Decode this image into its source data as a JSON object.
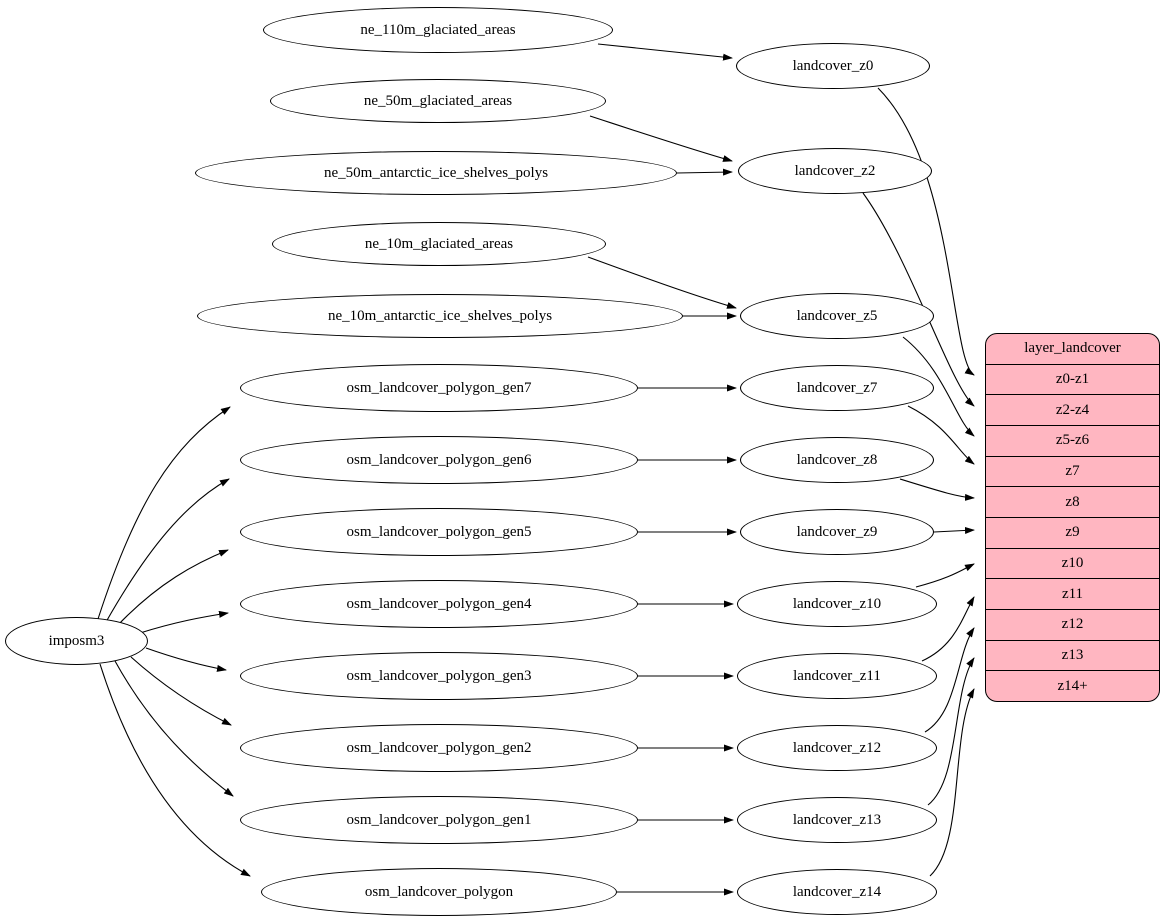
{
  "diagram": {
    "kind": "dependency-graph",
    "background_color": "#ffffff",
    "edge_color": "#000000",
    "node_fill_color": "#ffffff",
    "record_fill_color": "#ffb6c1"
  },
  "nodes": {
    "imposm3": "imposm3",
    "ne_110m_glaciated_areas": "ne_110m_glaciated_areas",
    "ne_50m_glaciated_areas": "ne_50m_glaciated_areas",
    "ne_50m_antarctic_ice_shelves_polys": "ne_50m_antarctic_ice_shelves_polys",
    "ne_10m_glaciated_areas": "ne_10m_glaciated_areas",
    "ne_10m_antarctic_ice_shelves_polys": "ne_10m_antarctic_ice_shelves_polys",
    "osm_landcover_polygon_gen7": "osm_landcover_polygon_gen7",
    "osm_landcover_polygon_gen6": "osm_landcover_polygon_gen6",
    "osm_landcover_polygon_gen5": "osm_landcover_polygon_gen5",
    "osm_landcover_polygon_gen4": "osm_landcover_polygon_gen4",
    "osm_landcover_polygon_gen3": "osm_landcover_polygon_gen3",
    "osm_landcover_polygon_gen2": "osm_landcover_polygon_gen2",
    "osm_landcover_polygon_gen1": "osm_landcover_polygon_gen1",
    "osm_landcover_polygon": "osm_landcover_polygon",
    "landcover_z0": "landcover_z0",
    "landcover_z2": "landcover_z2",
    "landcover_z5": "landcover_z5",
    "landcover_z7": "landcover_z7",
    "landcover_z8": "landcover_z8",
    "landcover_z9": "landcover_z9",
    "landcover_z10": "landcover_z10",
    "landcover_z11": "landcover_z11",
    "landcover_z12": "landcover_z12",
    "landcover_z13": "landcover_z13",
    "landcover_z14": "landcover_z14"
  },
  "table": {
    "title": "layer_landcover",
    "rows": [
      "z0-z1",
      "z2-z4",
      "z5-z6",
      "z7",
      "z8",
      "z9",
      "z10",
      "z11",
      "z12",
      "z13",
      "z14+"
    ]
  },
  "edges": [
    [
      "ne_110m_glaciated_areas",
      "landcover_z0"
    ],
    [
      "ne_50m_glaciated_areas",
      "landcover_z2"
    ],
    [
      "ne_50m_antarctic_ice_shelves_polys",
      "landcover_z2"
    ],
    [
      "ne_10m_glaciated_areas",
      "landcover_z5"
    ],
    [
      "ne_10m_antarctic_ice_shelves_polys",
      "landcover_z5"
    ],
    [
      "imposm3",
      "osm_landcover_polygon_gen7"
    ],
    [
      "imposm3",
      "osm_landcover_polygon_gen6"
    ],
    [
      "imposm3",
      "osm_landcover_polygon_gen5"
    ],
    [
      "imposm3",
      "osm_landcover_polygon_gen4"
    ],
    [
      "imposm3",
      "osm_landcover_polygon_gen3"
    ],
    [
      "imposm3",
      "osm_landcover_polygon_gen2"
    ],
    [
      "imposm3",
      "osm_landcover_polygon_gen1"
    ],
    [
      "imposm3",
      "osm_landcover_polygon"
    ],
    [
      "osm_landcover_polygon_gen7",
      "landcover_z7"
    ],
    [
      "osm_landcover_polygon_gen6",
      "landcover_z8"
    ],
    [
      "osm_landcover_polygon_gen5",
      "landcover_z9"
    ],
    [
      "osm_landcover_polygon_gen4",
      "landcover_z10"
    ],
    [
      "osm_landcover_polygon_gen3",
      "landcover_z11"
    ],
    [
      "osm_landcover_polygon_gen2",
      "landcover_z12"
    ],
    [
      "osm_landcover_polygon_gen1",
      "landcover_z13"
    ],
    [
      "osm_landcover_polygon",
      "landcover_z14"
    ],
    [
      "landcover_z0",
      "layer_landcover:z0-z1"
    ],
    [
      "landcover_z2",
      "layer_landcover:z2-z4"
    ],
    [
      "landcover_z5",
      "layer_landcover:z5-z6"
    ],
    [
      "landcover_z7",
      "layer_landcover:z7"
    ],
    [
      "landcover_z8",
      "layer_landcover:z8"
    ],
    [
      "landcover_z9",
      "layer_landcover:z9"
    ],
    [
      "landcover_z10",
      "layer_landcover:z10"
    ],
    [
      "landcover_z11",
      "layer_landcover:z11"
    ],
    [
      "landcover_z12",
      "layer_landcover:z12"
    ],
    [
      "landcover_z13",
      "layer_landcover:z13"
    ],
    [
      "landcover_z14",
      "layer_landcover:z14+"
    ]
  ]
}
